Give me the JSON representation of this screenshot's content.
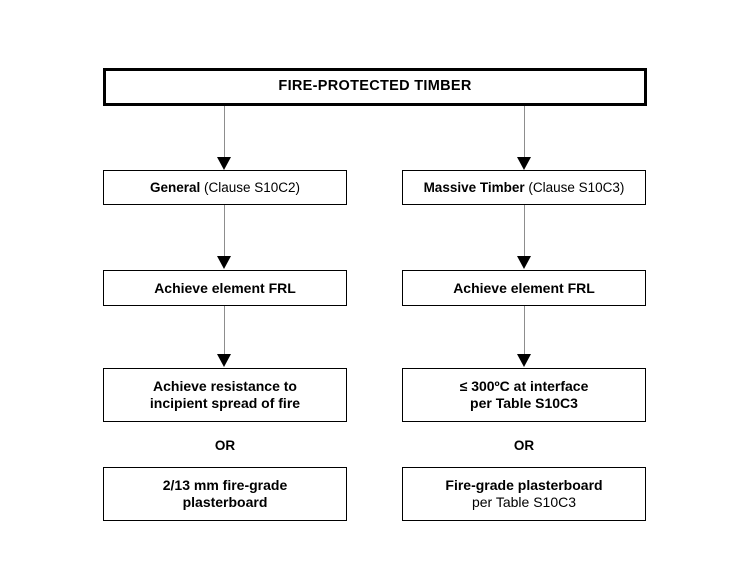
{
  "diagram": {
    "title": "FIRE-PROTECTED TIMBER",
    "or_label_left": "OR",
    "or_label_right": "OR",
    "colors": {
      "box_border": "#000000",
      "root_border": "#000000",
      "connector_line": "#8d8d8d",
      "arrow_head": "#000000",
      "background": "#ffffff",
      "text": "#000000"
    },
    "root": {
      "label": "FIRE-PROTECTED TIMBER"
    },
    "branches": {
      "left": {
        "name": "General branch",
        "label_bold": "General",
        "label_regular": " (Clause S10C2)",
        "frl": "Achieve element FRL",
        "criteria_line1": "Achieve resistance  to",
        "criteria_line2": "incipient spread of fire",
        "or": "OR",
        "alternative_line1": "2/13 mm fire-grade",
        "alternative_line2": "plasterboard"
      },
      "right": {
        "name": "Massive Timber branch",
        "label_bold": "Massive Timber",
        "label_regular": " (Clause S10C3)",
        "frl": "Achieve element FRL",
        "criteria_line1": "≤ 300ºC at interface",
        "criteria_line2": "per Table S10C3",
        "or": "OR",
        "alternative_line1": "Fire-grade plasterboard",
        "alternative_line2": "per Table S10C3"
      }
    }
  }
}
